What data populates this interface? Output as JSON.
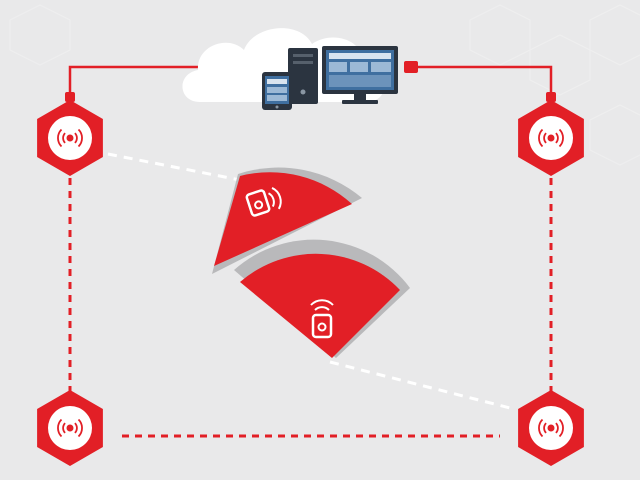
{
  "colors": {
    "background": "#e9e9ea",
    "accent_red": "#e21f26",
    "dark_red": "#b7151b",
    "cloud": "#ffffff",
    "device_dark": "#2b3440",
    "screen_blue": "#3f6fa0",
    "wave_white": "#ffffff",
    "dashed_white": "#ffffff",
    "shadow_gray": "#b9b9bb"
  },
  "icons": {
    "cloud": "cloud-icon",
    "computer": "computer-tower-icon",
    "monitor": "monitor-icon",
    "tablet": "tablet-icon",
    "anchor": "wireless-anchor-icon",
    "tag": "location-tag-icon",
    "plug": "plug-connector-icon"
  },
  "anchors": [
    {
      "id": "top-left"
    },
    {
      "id": "top-right"
    },
    {
      "id": "bottom-left"
    },
    {
      "id": "bottom-right"
    }
  ],
  "tags": [
    {
      "id": "upper-tag"
    },
    {
      "id": "lower-tag"
    }
  ]
}
